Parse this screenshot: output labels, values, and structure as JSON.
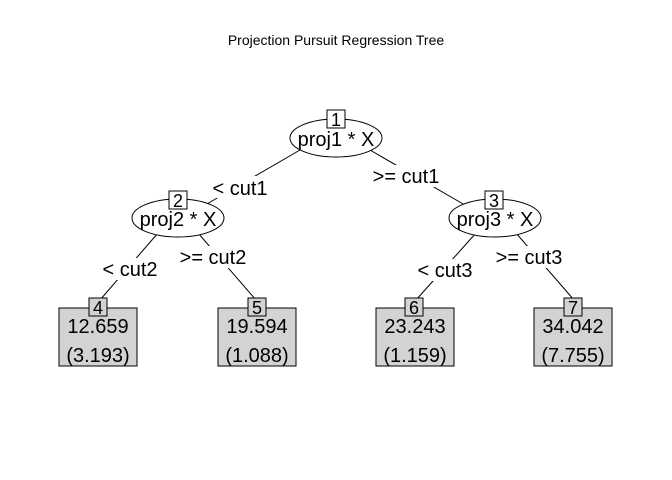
{
  "title": "Projection Pursuit Regression Tree",
  "colors": {
    "leaf_fill": "#d3d3d3",
    "stroke": "#000000",
    "background": "#ffffff"
  },
  "inner_nodes": [
    {
      "id": "1",
      "label": "proj1 * X"
    },
    {
      "id": "2",
      "label": "proj2 * X"
    },
    {
      "id": "3",
      "label": "proj3 * X"
    }
  ],
  "edges": [
    {
      "from": "1",
      "to": "2",
      "label": "< cut1"
    },
    {
      "from": "1",
      "to": "3",
      "label": ">= cut1"
    },
    {
      "from": "2",
      "to": "4",
      "label": "< cut2"
    },
    {
      "from": "2",
      "to": "5",
      "label": ">= cut2"
    },
    {
      "from": "3",
      "to": "6",
      "label": "< cut3"
    },
    {
      "from": "3",
      "to": "7",
      "label": ">= cut3"
    }
  ],
  "leaves": [
    {
      "id": "4",
      "value": "12.659",
      "sd": "(3.193)"
    },
    {
      "id": "5",
      "value": "19.594",
      "sd": "(1.088)"
    },
    {
      "id": "6",
      "value": "23.243",
      "sd": "(1.159)"
    },
    {
      "id": "7",
      "value": "34.042",
      "sd": "(7.755)"
    }
  ]
}
